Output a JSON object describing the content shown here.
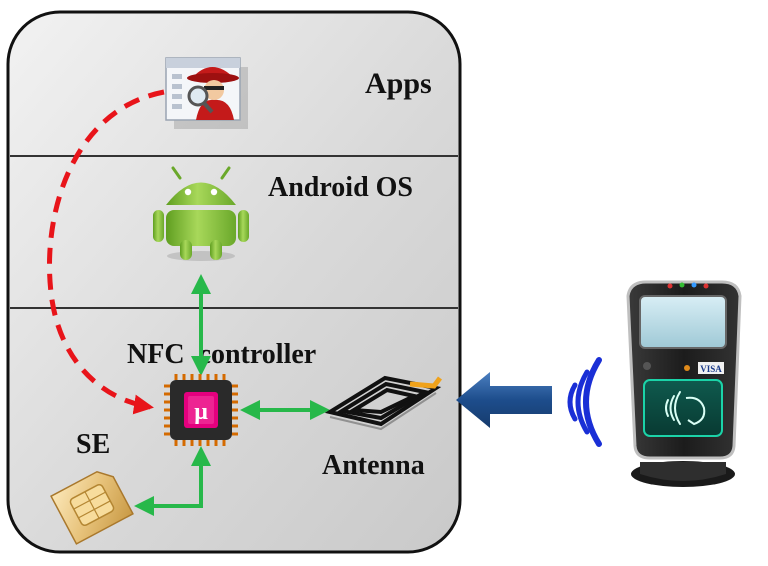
{
  "layers": {
    "apps": "Apps",
    "android_os": "Android OS",
    "nfc_controller": "NFC  controller"
  },
  "components": {
    "se": "SE",
    "antenna": "Antenna",
    "chip_symbol": "μ"
  },
  "reader": {
    "brand_logo": "VISA"
  },
  "colors": {
    "phone_body": "#dcdcdc",
    "layer_divider": "#333333",
    "red_dashed": "#e8141a",
    "green_link": "#27b84a",
    "blue_arrow": "#1f4f8a",
    "rf_waves": "#1a2fd6",
    "chip_core": "#e4007e",
    "android_green": "#8cc63f"
  },
  "icons": {
    "app": "spy-app-icon",
    "os": "android-robot-icon",
    "controller": "nfc-microcontroller-chip-icon",
    "se": "sim-card-icon",
    "antenna": "coil-antenna-icon",
    "reader": "contactless-payment-terminal-icon"
  }
}
